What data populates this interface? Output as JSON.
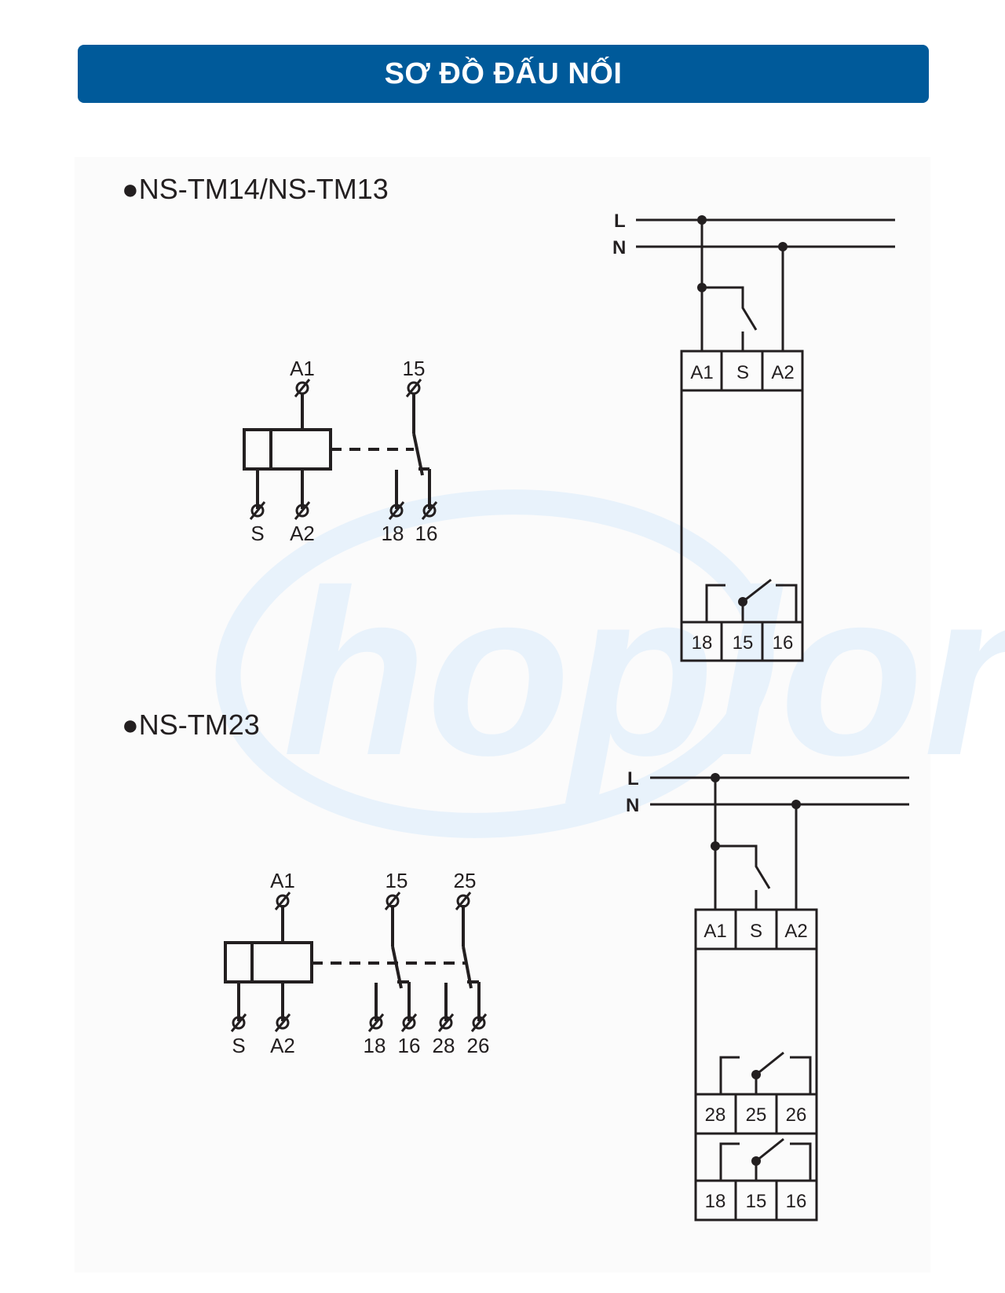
{
  "header": {
    "title": "SƠ ĐỒ ĐẤU NỐI"
  },
  "colors": {
    "banner": "#005a9a",
    "line": "#231f20",
    "watermark": "#e8f2fb"
  },
  "watermark": {
    "text": "hoplong"
  },
  "sections": [
    {
      "title": "●NS-TM14/NS-TM13",
      "schematic": {
        "coil_terminals": {
          "top": "A1",
          "bottom": [
            "S",
            "A2"
          ]
        },
        "contact_terminals": {
          "top": [
            "15"
          ],
          "bottom": [
            "18",
            "16"
          ]
        }
      },
      "wiring": {
        "supply_lines": [
          "L",
          "N"
        ],
        "top_terminals": [
          "A1",
          "S",
          "A2"
        ],
        "bottom_terminals": [
          "18",
          "15",
          "16"
        ]
      }
    },
    {
      "title": "●NS-TM23",
      "schematic": {
        "coil_terminals": {
          "top": "A1",
          "bottom": [
            "S",
            "A2"
          ]
        },
        "contact_terminals": {
          "top": [
            "15",
            "25"
          ],
          "bottom": [
            "18",
            "16",
            "28",
            "26"
          ]
        }
      },
      "wiring": {
        "supply_lines": [
          "L",
          "N"
        ],
        "top_terminals": [
          "A1",
          "S",
          "A2"
        ],
        "bottom_terminals_row1": [
          "28",
          "25",
          "26"
        ],
        "bottom_terminals_row2": [
          "18",
          "15",
          "16"
        ]
      }
    }
  ]
}
